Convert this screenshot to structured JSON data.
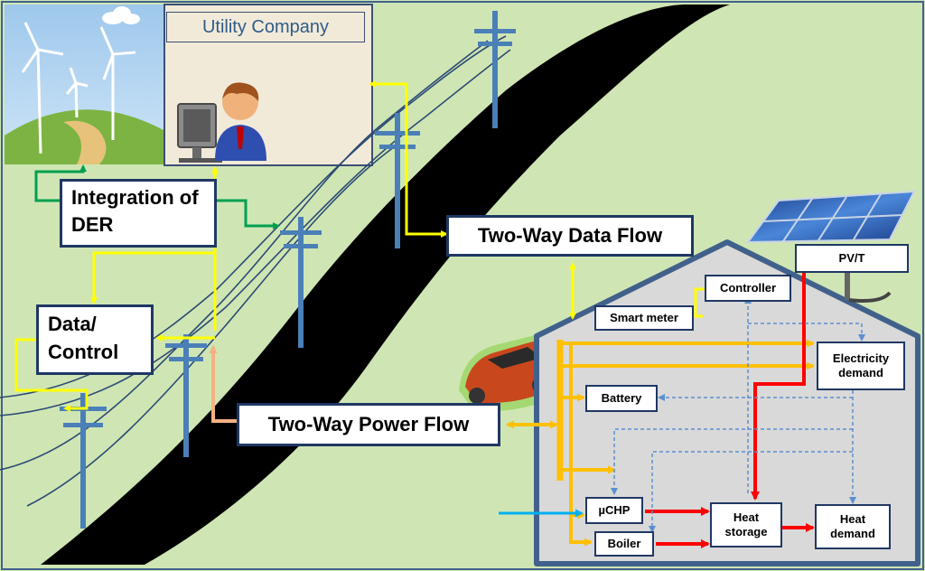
{
  "labels": {
    "utility": "Utility Company",
    "integration": "Integration of DER",
    "data_control": "Data/ Control",
    "data_flow": "Two-Way Data Flow",
    "power_flow": "Two-Way Power Flow",
    "pvt": "PV/T",
    "controller": "Controller",
    "smart_meter": "Smart meter",
    "electricity_demand": "Electricity demand",
    "battery": "Battery",
    "uchp": "µCHP",
    "boiler": "Boiler",
    "heat_storage": "Heat storage",
    "heat_demand": "Heat demand"
  },
  "colors": {
    "background": "#cfe6b4",
    "house": "#d9d9d9",
    "house_border": "#41618c",
    "pole": "#4a7fb8",
    "wire": "#2c4a74",
    "road": "#000000",
    "data_flow": "#ffff00",
    "power_flow": "#ffc000",
    "heat_flow": "#ff0000",
    "integration_link": "#00a050",
    "control_link": "#5b8fd0",
    "water_input": "#00b0f0",
    "power_link": "#f4b183"
  }
}
